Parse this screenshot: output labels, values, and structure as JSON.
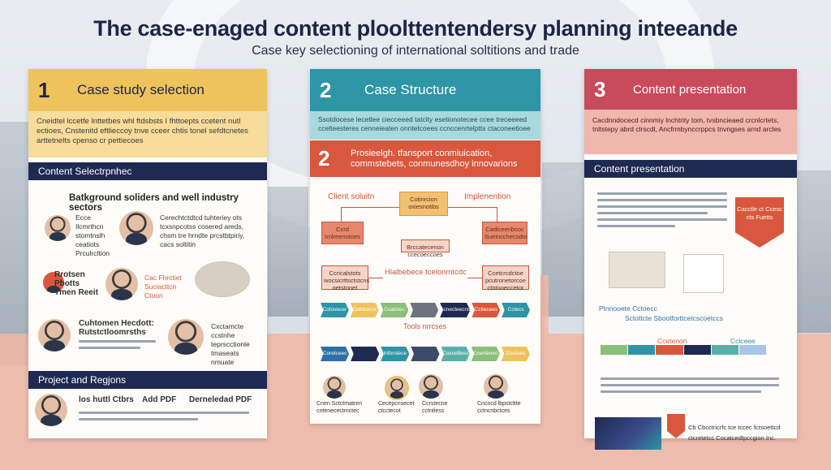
{
  "title": "The case-enaged content ploolttentendersy planning inteeande",
  "subtitle": "Case key selectioning of international soltitions and trade",
  "panel1": {
    "number": "1",
    "header": "Case study selection",
    "intro": "Cneidtel lccetfe lnttetbes whl ftdsbsts I fhttoepts ccetent nutl ectioes, Cnstenitd eftlieccoy tnve cceer chtis tonel sefdtcnetes arttetnelts cpenso cr pettiecoes",
    "bar1": "Content Selectrpnhec",
    "section_title": "Batkground soliders and well industry sectors",
    "person1_text": "Ecce Ilcmrthcn stomtnslh ceatiots Prculrcltion",
    "person2_text": "Cerechtctdtcd tuhteriey ots tcxsnpcotss cosered areds, chsm tre hrndte prcstbtpiriy, cacs soltitin",
    "person3_label": "Rrotsen Pbotts Tmen Reeit",
    "person4_label": "Cac Fhrctiet Suciacttcn Ctuon",
    "person5_label": "Cuhtomen Hecdott: Rutstctloomrsths",
    "person6_text": "Cxctamcte ccstnhe teprscctionle tmaseats nmuate",
    "bar2": "Project and Regjons",
    "footer_items": [
      "los huttl Ctbrs",
      "Add PDF",
      "Derneledad PDF"
    ]
  },
  "panel2": {
    "number": "2",
    "header": "Case Structure",
    "intro": "Ssotdocese lecetlee ciecceeed tatcity esetionotecee ccee treceeeed ccelteesteres cenneieaten onntetcoees ccnccenrtelptts ctaconeetioee",
    "band_number": "2",
    "band_text_line1": "Prosieelgh. tfansport conmiuication,",
    "band_text_line2": "commstebets, conmunesdhoy innovarions",
    "flow_left": "Client soluitn",
    "flow_center": "Cotinrcion oxiesnotibs",
    "flow_right": "Implenention",
    "box_left_top": "Ccrd Irnlreenotoes",
    "box_right_top": "Cadiceenbcoc Sueincchecsdto",
    "mid_box": "Brccatecenon ccecoeccoes",
    "middle_phrase": "Hlalbebece tcelonmtcdc",
    "box_left_mid": "Ccricalstots wocsicrttsctstcns oetstonet",
    "box_right_mid": "Ccetcrcdctoe pcutronetorcoe ctntooeccetor",
    "chevrons1": [
      "Cotovecer",
      "Cebtcercs",
      "Ccatotec",
      "",
      "Scnecteecns",
      "Cctiecees",
      "Cctecs"
    ],
    "tools_label": "Tools nrrcses",
    "chevrons2": [
      "Coretceec",
      "",
      "Inforstece",
      "",
      "Coxcettess",
      "Coertenes",
      "Coctoes"
    ],
    "people_captions": [
      "Cnen Sctctmatren cntenecectmctec",
      "Cecepcnsecet ctcctecot",
      "Ccrstecne cctntiess",
      "Cncncd lbpstcttte cctncnbctces"
    ]
  },
  "panel3": {
    "number": "3",
    "header": "Content presentation",
    "intro": "Cacdnndocecd cinnmiy lnchtrity tom, tvsbncieaed crcnlcrtets, tnltstepy abrd clrscdl, Ancfrmbynccrppcs tnvngses arnd arcles",
    "bar": "Content presentation",
    "badge": "Cacctle ct Ccesc cts Fuetts",
    "timeline_heading": "Ptnnooete Cctoecc",
    "timeline_sub": "Sctottcte Sbootforttcetcscoetccs",
    "timeline_labels": [
      "Ccetenon",
      "Cclceee"
    ],
    "footer_line1": "Cb Cbcctricrfc tce tccec fcrsoettcd",
    "footer_line2": "ctcretetcc Cocatcedtpccgion Inc."
  },
  "colors": {
    "navy": "#1f2a52",
    "gold": "#eec35e",
    "teal": "#2d95a6",
    "coral": "#d9573c",
    "rose": "#c84b5b",
    "salmon": "#f2b7a4"
  }
}
